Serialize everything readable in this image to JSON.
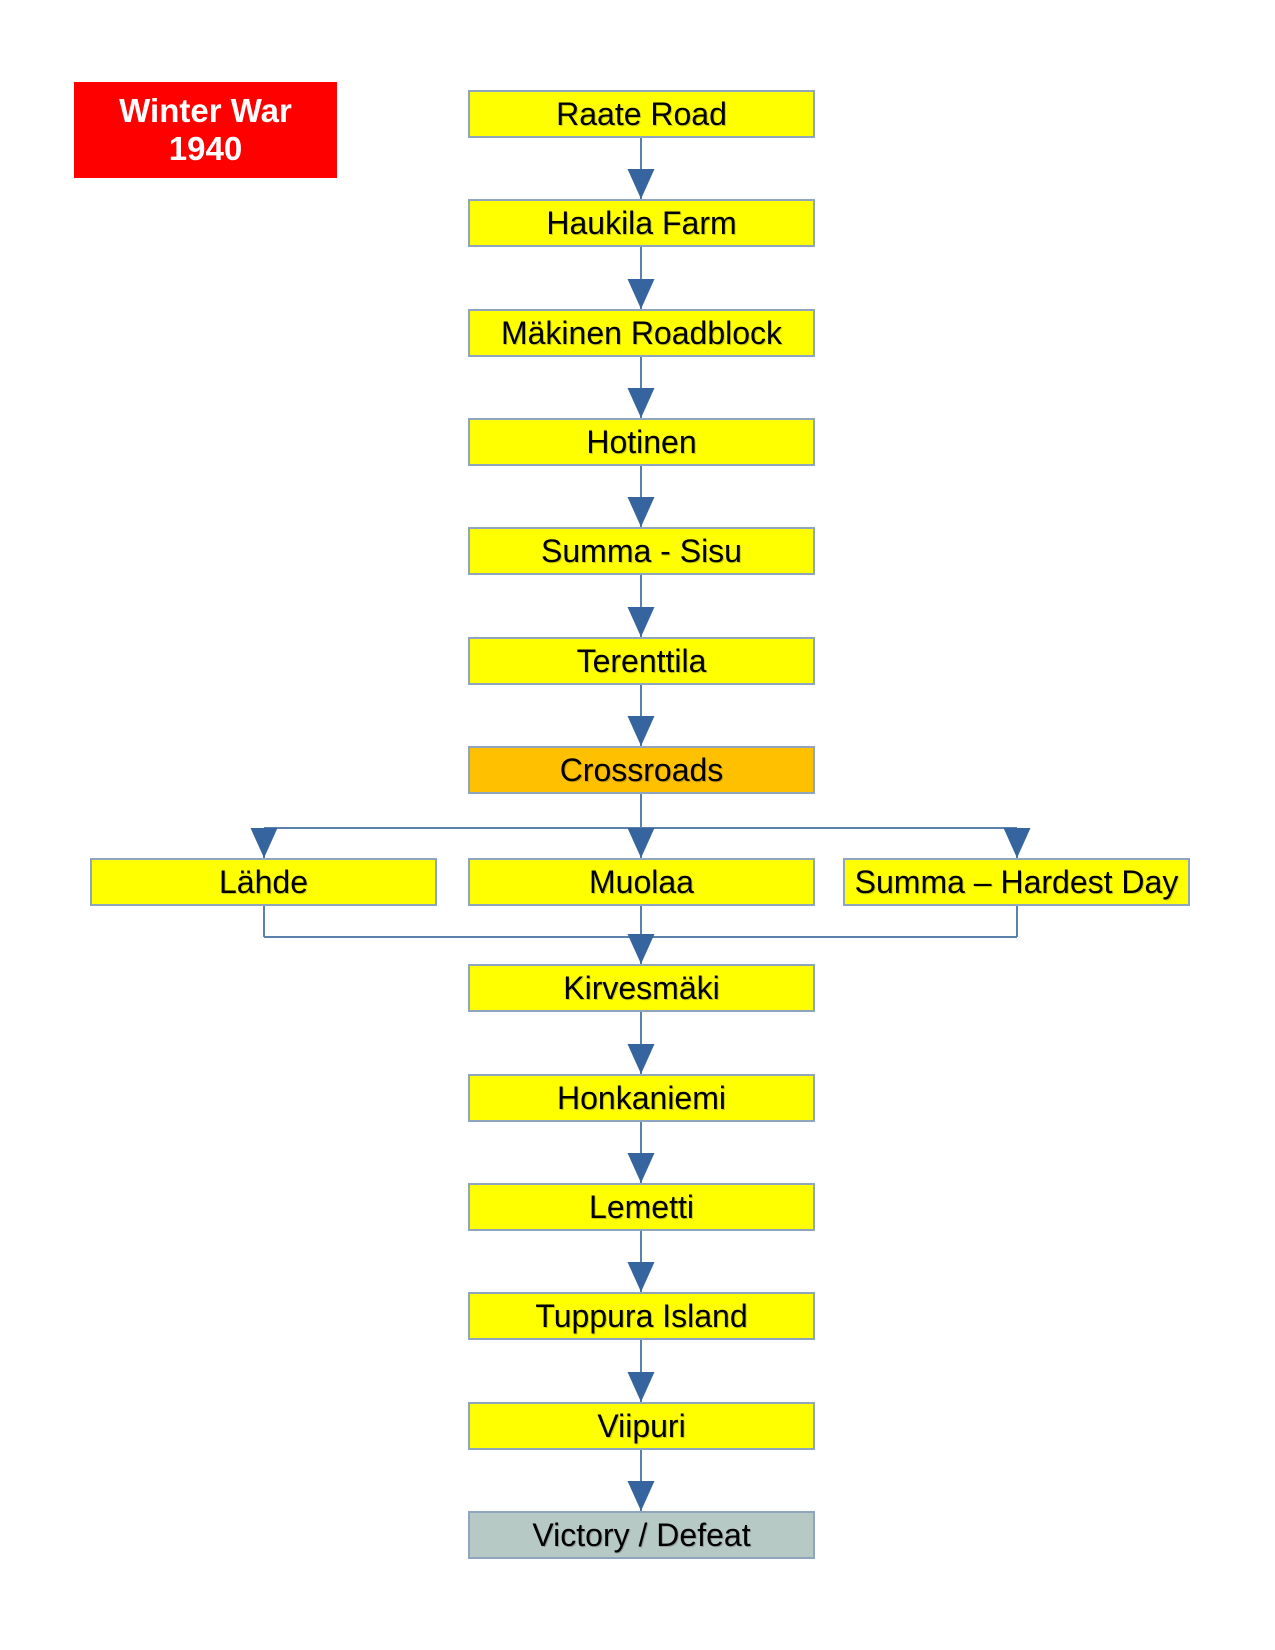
{
  "title": {
    "line1": "Winter War",
    "line2": "1940"
  },
  "nodes": [
    {
      "id": "raate-road",
      "label": "Raate Road",
      "type": "battle"
    },
    {
      "id": "haukila-farm",
      "label": "Haukila Farm",
      "type": "battle"
    },
    {
      "id": "makinen-roadblock",
      "label": "Mäkinen Roadblock",
      "type": "battle"
    },
    {
      "id": "hotinen",
      "label": "Hotinen",
      "type": "battle"
    },
    {
      "id": "summa-sisu",
      "label": "Summa - Sisu",
      "type": "battle"
    },
    {
      "id": "terenttila",
      "label": "Terenttila",
      "type": "battle"
    },
    {
      "id": "crossroads",
      "label": "Crossroads",
      "type": "decision"
    },
    {
      "id": "lahde",
      "label": "Lähde",
      "type": "battle"
    },
    {
      "id": "muolaa",
      "label": "Muolaa",
      "type": "battle"
    },
    {
      "id": "summa-hardest-day",
      "label": "Summa – Hardest Day",
      "type": "battle"
    },
    {
      "id": "kirvesmaki",
      "label": "Kirvesmäki",
      "type": "battle"
    },
    {
      "id": "honkaniemi",
      "label": "Honkaniemi",
      "type": "battle"
    },
    {
      "id": "lemetti",
      "label": "Lemetti",
      "type": "battle"
    },
    {
      "id": "tuppura-island",
      "label": "Tuppura Island",
      "type": "battle"
    },
    {
      "id": "viipuri",
      "label": "Viipuri",
      "type": "battle"
    },
    {
      "id": "victory-defeat",
      "label": "Victory / Defeat",
      "type": "end"
    }
  ],
  "colors": {
    "node_fill": "#ffff00",
    "decision_fill": "#ffc000",
    "end_fill": "#b6c9c4",
    "title_fill": "#ff0000",
    "node_border": "#8fa5bf",
    "connector_line": "#5b82ad",
    "arrowhead": "#36649e"
  }
}
